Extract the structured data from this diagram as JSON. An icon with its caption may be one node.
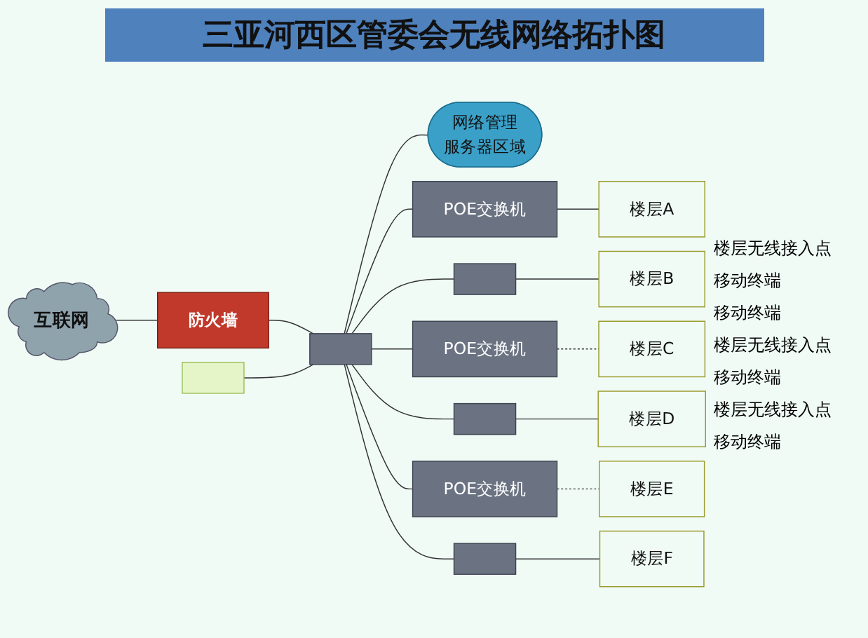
{
  "diagram": {
    "title": "三亚河西区管委会无线网络拓扑图",
    "nodes": [
      {
        "text": [
          "互联网"
        ]
      },
      {
        "text": [
          "防火墙"
        ]
      },
      {
        "text": [],
        "shape": "box"
      },
      {
        "text": [],
        "shape": "box"
      },
      {
        "text": [
          "网络管理",
          "服务器区域"
        ]
      },
      {
        "text": [
          "POE交换机"
        ]
      },
      {
        "text": [],
        "shape": "box"
      },
      {
        "text": [
          "楼层A"
        ]
      },
      {
        "text": [
          "楼层B"
        ]
      },
      {
        "text": [
          "POE交换机"
        ]
      },
      {
        "text": [],
        "shape": "box"
      },
      {
        "text": [
          "楼层C"
        ]
      },
      {
        "text": [
          "楼层D"
        ]
      },
      {
        "text": [
          "POE交换机"
        ]
      },
      {
        "text": [],
        "shape": "box"
      },
      {
        "text": [
          "楼层E"
        ]
      },
      {
        "text": [
          "楼层F"
        ]
      }
    ],
    "edges": [
      {
        "from": 0,
        "to": 1,
        "arrow": "none"
      },
      {
        "from": 1,
        "to": 2,
        "arrow": "none"
      },
      {
        "from": 3,
        "to": 2,
        "arrow": "none"
      },
      {
        "from": 2,
        "to": 4,
        "arrow": "none"
      },
      {
        "from": 2,
        "to": 5,
        "arrow": "none"
      },
      {
        "from": 2,
        "to": 6,
        "arrow": "none"
      },
      {
        "from": 2,
        "to": 9,
        "arrow": "none"
      },
      {
        "from": 2,
        "to": 10,
        "arrow": "none"
      },
      {
        "from": 2,
        "to": 13,
        "arrow": "none"
      },
      {
        "from": 2,
        "to": 14,
        "arrow": "none"
      },
      {
        "from": 5,
        "to": 7,
        "arrow": "none"
      },
      {
        "from": 6,
        "to": 8,
        "arrow": "none"
      },
      {
        "from": 9,
        "to": 11,
        "arrow": "none",
        "style": "dashed"
      },
      {
        "from": 10,
        "to": 12,
        "arrow": "none"
      },
      {
        "from": 13,
        "to": 15,
        "arrow": "none",
        "style": "dashed"
      },
      {
        "from": 14,
        "to": 16,
        "arrow": "none"
      }
    ],
    "labels": [
      "楼层无线接入点",
      "移动终端",
      "移动终端",
      "楼层无线接入点",
      "移动终端",
      "楼层无线接入点",
      "移动终端"
    ]
  }
}
